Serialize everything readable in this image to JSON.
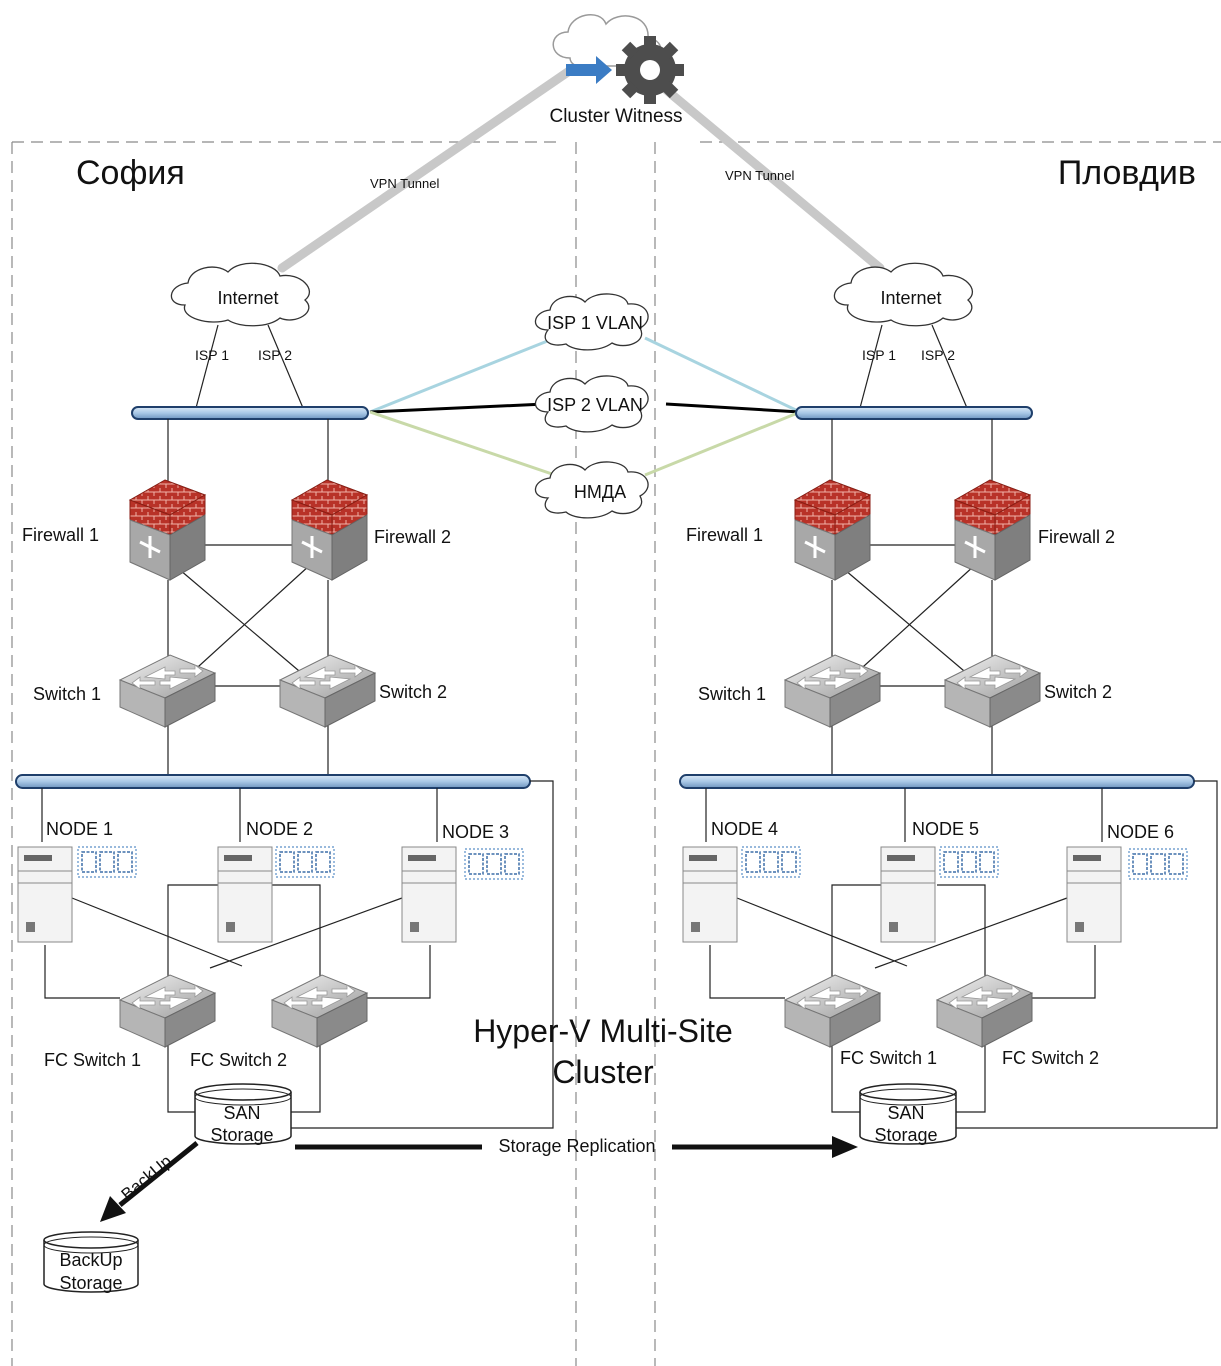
{
  "cluster_witness": {
    "label": "Cluster Witness"
  },
  "vpn": {
    "left_label": "VPN Tunnel",
    "right_label": "VPN Tunnel"
  },
  "sites": {
    "left": {
      "title": "София",
      "internet": "Internet",
      "isp1": "ISP 1",
      "isp2": "ISP 2",
      "firewall1": "Firewall 1",
      "firewall2": "Firewall 2",
      "switch1": "Switch 1",
      "switch2": "Switch 2",
      "nodes": [
        "NODE 1",
        "NODE 2",
        "NODE 3"
      ],
      "fc_switch1": "FC Switch 1",
      "fc_switch2": "FC Switch 2",
      "san_line1": "SAN",
      "san_line2": "Storage"
    },
    "right": {
      "title": "Пловдив",
      "internet": "Internet",
      "isp1": "ISP 1",
      "isp2": "ISP 2",
      "firewall1": "Firewall 1",
      "firewall2": "Firewall 2",
      "switch1": "Switch 1",
      "switch2": "Switch 2",
      "nodes": [
        "NODE 4",
        "NODE 5",
        "NODE 6"
      ],
      "fc_switch1": "FC Switch 1",
      "fc_switch2": "FC Switch 2",
      "san_line1": "SAN",
      "san_line2": "Storage"
    }
  },
  "wan_links": {
    "isp1_vlan": "ISP 1 VLAN",
    "isp2_vlan": "ISP 2 VLAN",
    "nmda": "НМДА"
  },
  "cluster_title": {
    "line1": "Hyper-V Multi-Site",
    "line2": "Cluster"
  },
  "replication": {
    "label": "Storage Replication"
  },
  "backup": {
    "arrow_label": "BackUp",
    "storage_line1": "BackUp",
    "storage_line2": "Storage"
  },
  "colors": {
    "isp1_link": "#a8d4e0",
    "isp2_link": "#000000",
    "nmda_link": "#c8d9a8",
    "vpn_link": "#c8c8c8",
    "bus_fill": "#a9c8e6",
    "firewall_brick": "#c0392b",
    "arrow_blue": "#3b7cc4"
  }
}
